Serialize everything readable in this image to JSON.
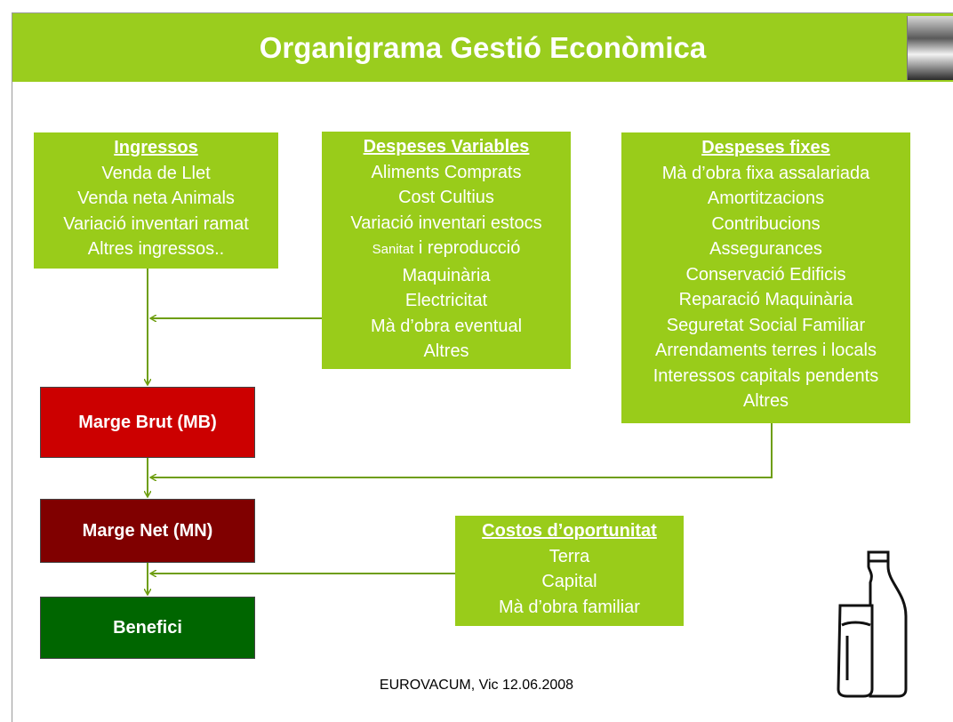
{
  "title": "Organigrama Gestió Econòmica",
  "ingressos": {
    "header": "Ingressos",
    "items": [
      "Venda de Llet",
      "Venda neta Animals",
      "Variació inventari ramat",
      "Altres ingressos.."
    ]
  },
  "despeses_variables": {
    "header": "Despeses Variables",
    "item_0": "Aliments Comprats",
    "item_1": "Cost Cultius",
    "item_2": "Variació inventari estocs",
    "item_3a": "Sanitat",
    "item_3b": " i reproducció",
    "item_4": "Maquinària",
    "item_5": "Electricitat",
    "item_6": "Mà d’obra eventual",
    "item_7": "Altres"
  },
  "despeses_fixes": {
    "header": "Despeses fixes",
    "items": [
      "Mà d’obra fixa assalariada",
      "Amortitzacions",
      "Contribucions",
      "Assegurances",
      "Conservació Edificis",
      "Reparació Maquinària",
      "Seguretat Social Familiar",
      "Arrendaments terres i locals",
      "Interessos capitals pendents",
      "Altres"
    ]
  },
  "costos_oportunitat": {
    "header": "Costos d’oportunitat",
    "items": [
      "Terra",
      "Capital",
      "Mà d’obra familiar"
    ]
  },
  "marge_brut": "Marge Brut (MB)",
  "marge_net": "Marge Net (MN)",
  "benefici": "Benefici",
  "footer": "EUROVACUM, Vic 12.06.2008",
  "colors": {
    "green_box": "#99CC1A",
    "title_bar": "#9ACD1E",
    "marge_brut": "#CC0000",
    "marge_net": "#800000",
    "benefici": "#006600",
    "arrow": "#6E9E10"
  },
  "icons": [
    "cow-photo",
    "milk-bottle-glass-icon"
  ]
}
